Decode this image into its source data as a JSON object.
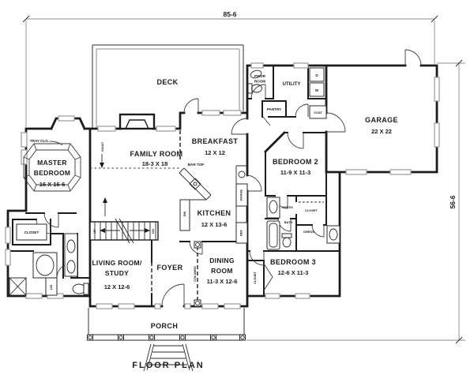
{
  "page": {
    "title": "FLOOR PLAN"
  },
  "dimensions": {
    "overall_width": "85-6",
    "overall_height": "56-6"
  },
  "rooms": {
    "deck": {
      "name": "DECK"
    },
    "family_room": {
      "name": "FAMILY ROOM",
      "size": "18-3 X 18"
    },
    "breakfast": {
      "name": "BREAKFAST",
      "size": "12 X 12"
    },
    "kitchen": {
      "name": "KITCHEN",
      "size": "12 X 13-6"
    },
    "master_bedroom": {
      "name_line1": "MASTER",
      "name_line2": "BEDROOM",
      "size": "16 X 16-6"
    },
    "living_room_study": {
      "name_line1": "LIVING ROOM/",
      "name_line2": "STUDY",
      "size": "12 X 12-6"
    },
    "foyer": {
      "name": "FOYER"
    },
    "dining_room": {
      "name_line1": "DINING",
      "name_line2": "ROOM",
      "size": "11-3 X 12-6"
    },
    "bedroom_2": {
      "name": "BEDROOM 2",
      "size": "11-9 X 11-3"
    },
    "bedroom_3": {
      "name": "BEDROOM 3",
      "size": "12-6 X 11-3"
    },
    "garage": {
      "name": "GARAGE",
      "size": "22 X 22"
    },
    "porch": {
      "name": "PORCH"
    },
    "utility": {
      "name": "UTILITY"
    },
    "pantry": {
      "name": "PANTRY"
    },
    "powder_room": {
      "name_line1": "PWDR",
      "name_line2": "ROOM"
    }
  },
  "labels": {
    "tray_ceiling": "TRAY CLG.",
    "vault": "VAULT",
    "bar_top": "BAR TOP",
    "dishwasher": "DW",
    "range": "RANGE",
    "refrigerator": "REF",
    "dryer": "D",
    "washer": "W",
    "coat": "COAT",
    "master_closet": "CLOSET",
    "linen": "LIN",
    "columns": "COLUMNS",
    "dressing_a": "DRESS",
    "bath": "BATH",
    "hall_closet": "CLOSET",
    "dressing_b": "DRESS",
    "bedroom3_closet": "CLOSET",
    "stairs_up": "UP",
    "stairs_down": "DN"
  },
  "colors": {
    "ink": "#1c1c1c",
    "window_gray": "#9a9a9a",
    "paper": "#ffffff"
  }
}
